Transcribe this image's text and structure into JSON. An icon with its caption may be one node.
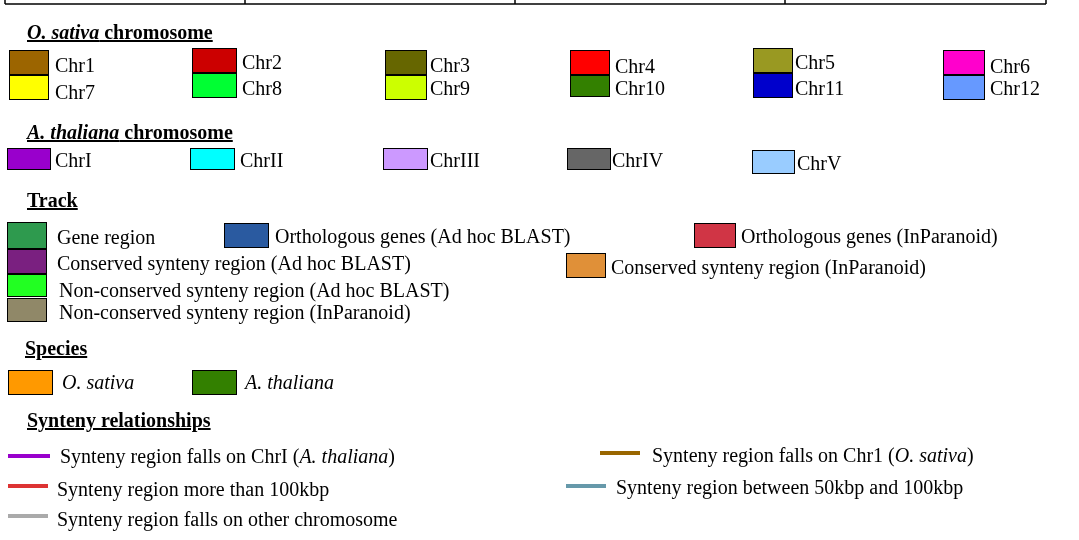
{
  "diagram": {
    "labels": [
      "*O. sativa* chromosome",
      "*A. thaliana* chromosome",
      "Track",
      "Species",
      "Synteny relationships"
    ],
    "legend": [
      {
        "text": "Chr1",
        "color": "#9c6500"
      },
      {
        "text": "Chr2",
        "color": "#cc0000"
      },
      {
        "text": "Chr3",
        "color": "#666600"
      },
      {
        "text": "Chr4",
        "color": "#ff0000"
      },
      {
        "text": "Chr5",
        "color": "#999922"
      },
      {
        "text": "Chr6",
        "color": "#ff00cc"
      },
      {
        "text": "Chr7",
        "color": "#ffff00"
      },
      {
        "text": "Chr8",
        "color": "#00ff33"
      },
      {
        "text": "Chr9",
        "color": "#ccff00"
      },
      {
        "text": "Chr10",
        "color": "#338000"
      },
      {
        "text": "Chr11",
        "color": "#0000cc"
      },
      {
        "text": "Chr12",
        "color": "#6699ff"
      },
      {
        "text": "ChrI",
        "color": "#9900cc"
      },
      {
        "text": "ChrII",
        "color": "#00ffff"
      },
      {
        "text": "ChrIII",
        "color": "#cc99ff"
      },
      {
        "text": "ChrIV",
        "color": "#666666"
      },
      {
        "text": "ChrV",
        "color": "#99ccff"
      },
      {
        "text": "Gene region",
        "color": "#2e9a4e"
      },
      {
        "text": "Orthologous genes (Ad hoc BLAST)",
        "color": "#2a5aa0"
      },
      {
        "text": "Orthologous genes (InParanoid)",
        "color": "#d03545"
      },
      {
        "text": "Conserved synteny region (Ad hoc BLAST)",
        "color": "#7a2080"
      },
      {
        "text": "Conserved synteny region (InParanoid)",
        "color": "#e09038"
      },
      {
        "text": "Non-conserved synteny region (Ad hoc BLAST)",
        "color": "#22ff22"
      },
      {
        "text": "Non-conserved synteny region (InParanoid)",
        "color": "#908868"
      },
      {
        "text": "O. sativa",
        "color": "#ff9900"
      },
      {
        "text": "A. thaliana",
        "color": "#338000"
      },
      {
        "text": "Synteny region falls on ChrI (*A. thaliana*)"
      },
      {
        "text": "Synteny region falls on Chr1 (*O. sativa*)"
      },
      {
        "text": "Synteny region more than 100kbp"
      },
      {
        "text": "Synteny region between 50kbp and 100kbp"
      },
      {
        "text": "Synteny region falls on other chromosome"
      }
    ]
  }
}
